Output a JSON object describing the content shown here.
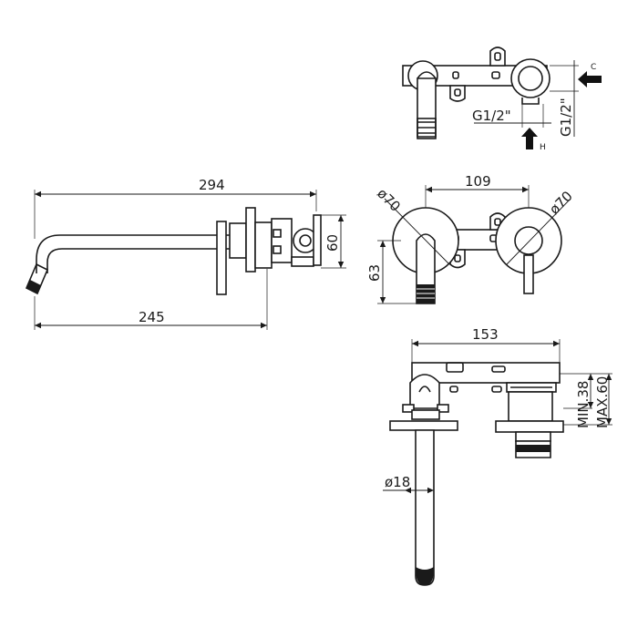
{
  "dimensions": {
    "overall_length": "294",
    "spout_length": "245",
    "body_height": "60",
    "center_distance": "109",
    "plate_diameter_left": "ø70",
    "plate_diameter_right": "ø70",
    "spout_height": "63",
    "body_depth": "153",
    "min_depth": "MIN.38",
    "max_depth": "MAX.60",
    "spout_diameter": "ø18",
    "thread_horizontal": "G1/2\"",
    "thread_vertical": "G1/2\""
  },
  "flow_labels": {
    "cold": "C",
    "hot": "H"
  }
}
